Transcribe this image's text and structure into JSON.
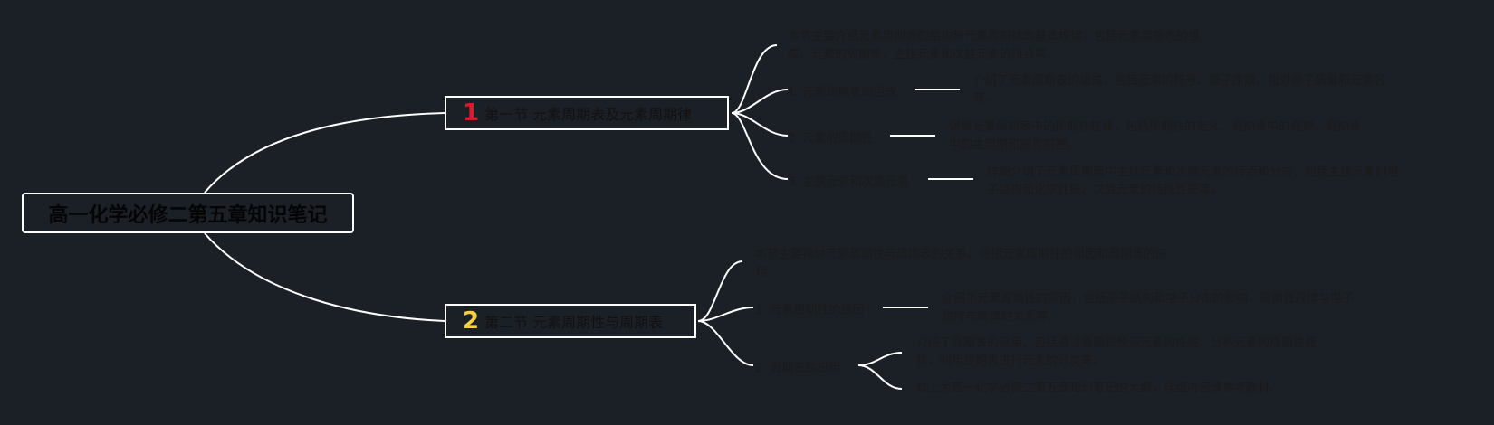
{
  "root": {
    "label": "高一化学必修二第五章知识笔记"
  },
  "sections": [
    {
      "number": "1",
      "number_color": "#e0182d",
      "title": "第一节 元素周期表及元素周期律",
      "intro": [
        "本节主要介绍元素周期表的结构和元素周期律的基本规律，包括元素周期表的组",
        "成、元素的周期性、主族元素和次族元素的特点等。"
      ],
      "items": [
        {
          "label": "1. 元素周期表的组成",
          "detail": [
            "介绍了元素周期表的组成，包括元素的符号、原子序数、相对原子质量和元素名",
            "等。"
          ]
        },
        {
          "label": "2. 元素的周期性",
          "detail": [
            "讲解元素周期表中的周期性规律，包括周期性的定义、周期表中的周期、周期表",
            "中的主周期和副周期等。"
          ]
        },
        {
          "label": "3. 主族元素和次族元素",
          "detail": [
            "详细介绍了元素周期表中主族元素和次族元素的特点和分布，包括主族元素的电",
            "子结构和化学性质、次族元素的特殊性质等。"
          ]
        }
      ]
    },
    {
      "number": "2",
      "number_color": "#f5d142",
      "title": "第二节 元素周期性与周期表",
      "intro": [
        "本节主要探讨元素周期性与周期表的关系，包括元素周期性的原因和周期表的应",
        "用。"
      ],
      "items": [
        {
          "label": "1. 元素周期性的原因",
          "detail": [
            "介绍了元素周期性的原因，包括原子结构和电子分布的影响、周期性规律与电子",
            "层排布规律的关系等。"
          ]
        },
        {
          "label": "2. 周期表的应用",
          "detail": [
            "介绍了周期表的应用，包括通过周期表预测元素的性质、分析元素的周期性趋",
            "势、利用周期表进行元素的分类等。"
          ],
          "detail2": "以上为高一化学必修二第五章知识笔记的大纲，详细内容请参考教材。"
        }
      ]
    }
  ],
  "colors": {
    "background": "#1b2027",
    "line": "#ffffff",
    "text": "#1a1a1a"
  }
}
